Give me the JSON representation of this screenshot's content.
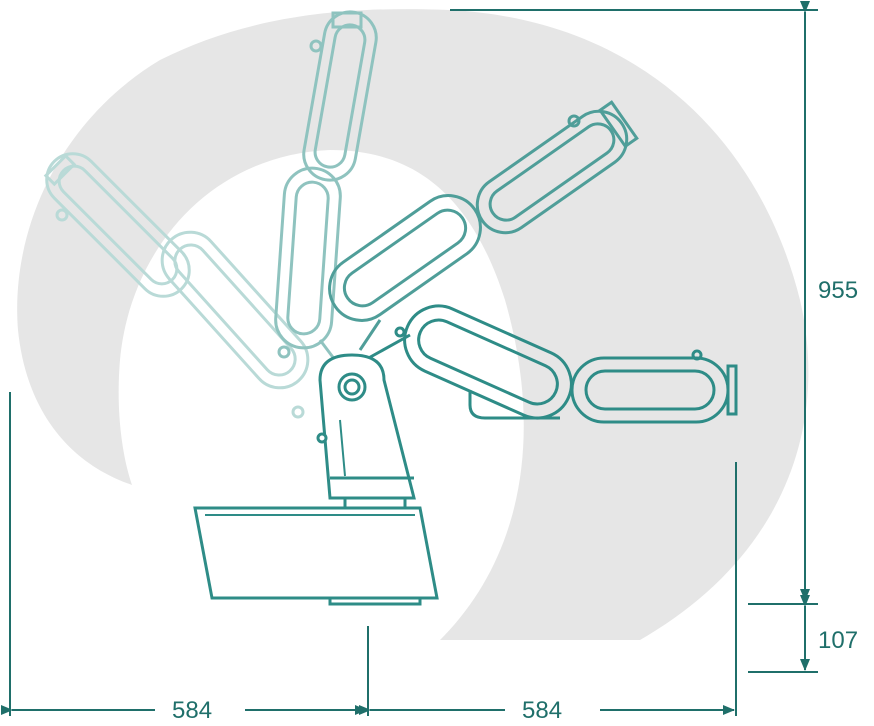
{
  "colors": {
    "teal": "#2e8c87",
    "teal_dark": "#1f6f6a",
    "workspace_gray": "#e6e6e6",
    "ghost_teal": "#a9cfcc",
    "mid_teal": "#6fb0ac"
  },
  "dimensions": {
    "height_upper": "955",
    "height_lower": "107",
    "width_left": "584",
    "width_right": "584"
  }
}
